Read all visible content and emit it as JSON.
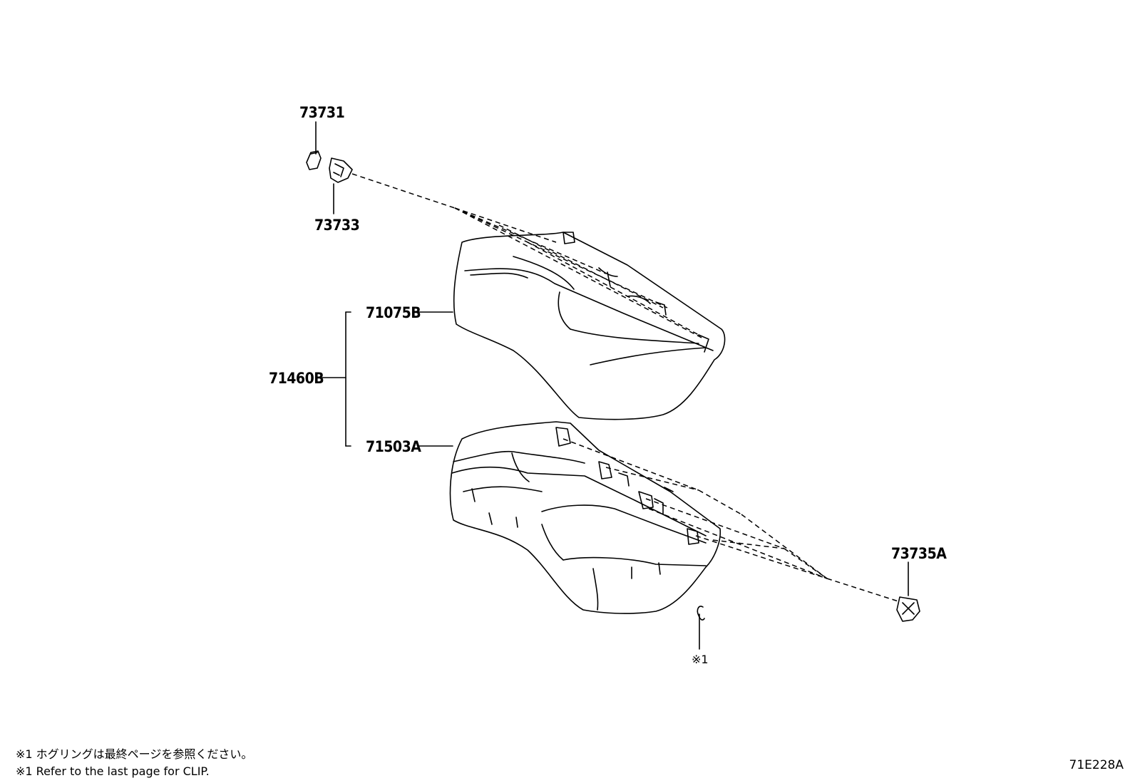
{
  "labels": {
    "p73731": "73731",
    "p73733": "73733",
    "p71075B": "71075B",
    "p71460B": "71460B",
    "p71503A": "71503A",
    "p73735A": "73735A",
    "note_ref": "※1"
  },
  "footnotes": {
    "jp": "※1 ホグリングは最終ページを参照ください。",
    "en": "※1 Refer to the last page for CLIP."
  },
  "drawing_id": "71E228A"
}
